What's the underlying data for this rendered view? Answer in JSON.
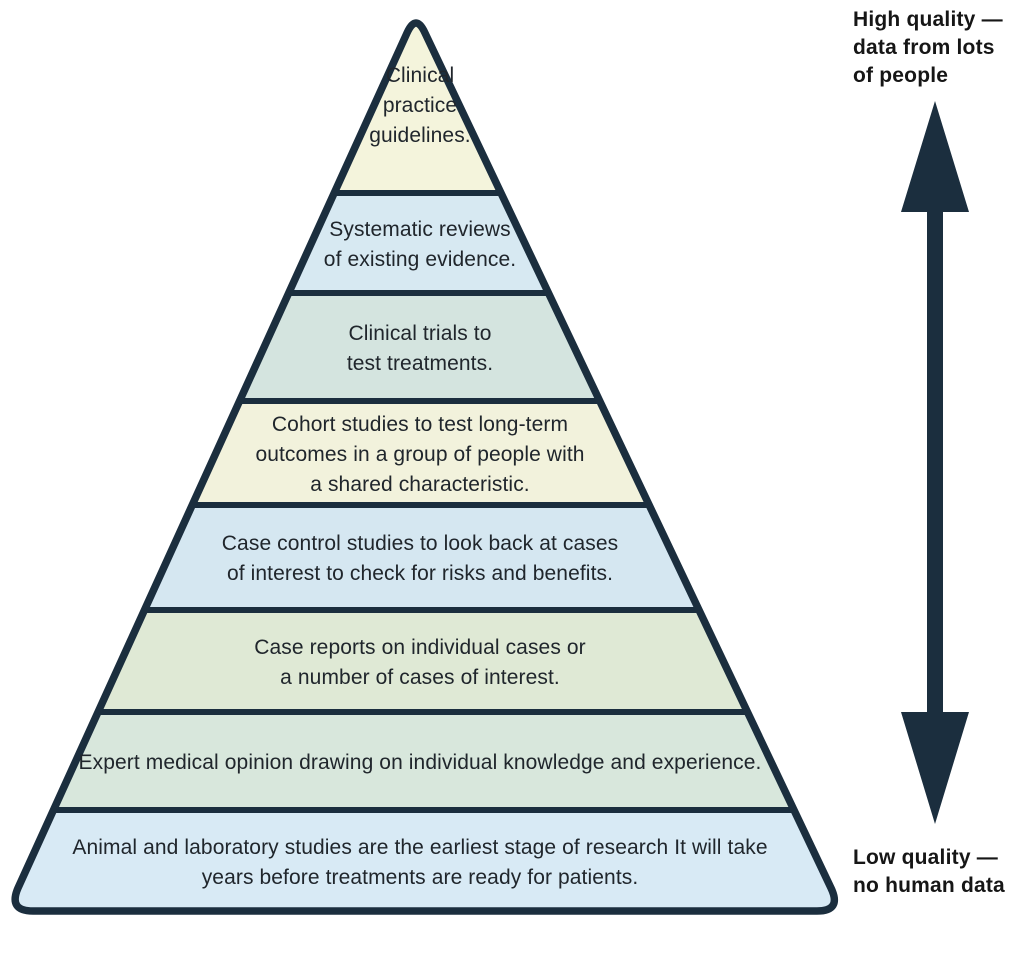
{
  "colors": {
    "outline": "#1b2e3e",
    "arrow": "#1b2e3e",
    "tier_text": "#20262c",
    "label_text": "#161616",
    "background": "#ffffff"
  },
  "pyramid": {
    "tiers": [
      {
        "name": "clinical-practice-guidelines",
        "label": "Clinical\npractice\nguidelines.",
        "color": "#f4f4dc"
      },
      {
        "name": "systematic-reviews",
        "label": "Systematic reviews\nof existing evidence.",
        "color": "#d7e9f2"
      },
      {
        "name": "clinical-trials",
        "label": "Clinical trials to\ntest treatments.",
        "color": "#d4e4df"
      },
      {
        "name": "cohort-studies",
        "label": "Cohort studies to test long-term\noutcomes in a group of people with\na shared characteristic.",
        "color": "#f2f2dc"
      },
      {
        "name": "case-control-studies",
        "label": "Case control studies to look back at cases\nof interest to check for risks and benefits.",
        "color": "#d5e7f1"
      },
      {
        "name": "case-reports",
        "label": "Case reports on individual cases or\na number of cases of interest.",
        "color": "#dfe9d5"
      },
      {
        "name": "expert-medical-opinion",
        "label": "Expert medical opinion drawing on individual knowledge and experience.",
        "color": "#d8e7dc"
      },
      {
        "name": "animal-laboratory-studies",
        "label": "Animal and laboratory studies are the earliest stage of research It will take\nyears before treatments are ready for patients.",
        "color": "#d8eaf5"
      }
    ]
  },
  "scale": {
    "high_label": "High quality —\ndata from lots\nof people",
    "low_label": "Low quality —\nno human data"
  }
}
